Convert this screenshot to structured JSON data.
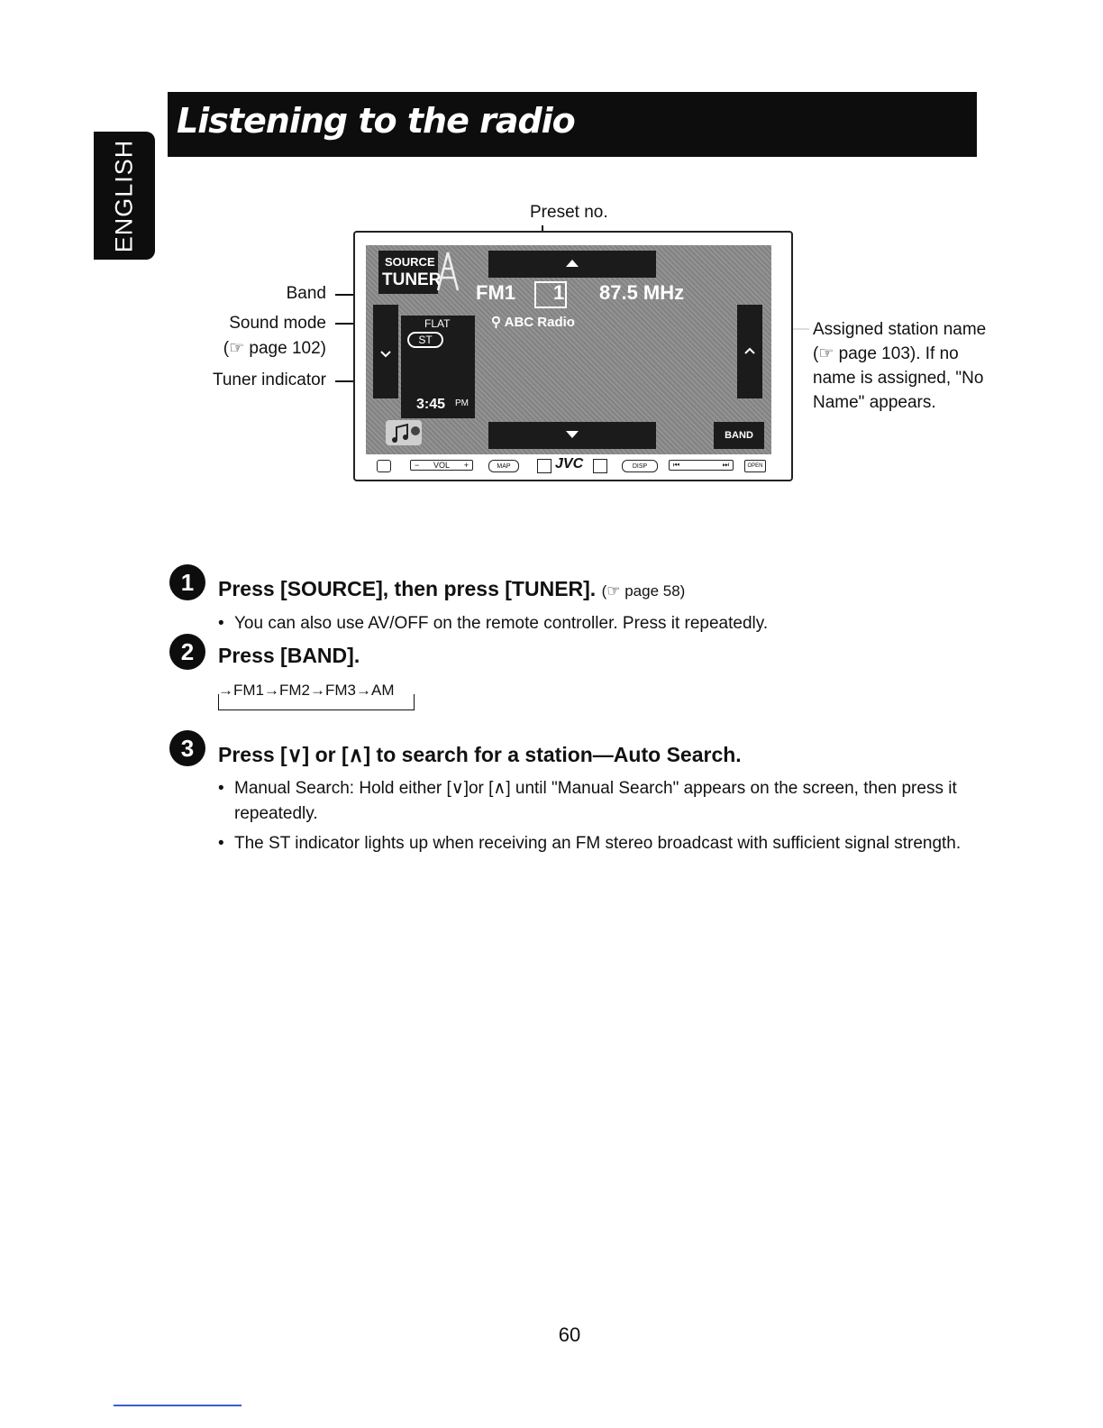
{
  "header": {
    "title": "Listening to the radio",
    "side_tab": "ENGLISH"
  },
  "diagram": {
    "callouts": {
      "preset": "Preset no.",
      "band": "Band",
      "sound_mode": "Sound mode",
      "sound_mode_ref": "(☞ page 102)",
      "tuner_indicator": "Tuner indicator",
      "assigned_station": [
        "Assigned station name",
        "(☞ page 103). If no",
        "name is assigned, \"No",
        "Name\" appears."
      ]
    },
    "screen": {
      "source_label": "SOURCE",
      "tuner_label": "TUNER",
      "band_value": "FM1",
      "preset_value": "1",
      "frequency": "87.5 MHz",
      "station_name": "ABC Radio",
      "sound_mode_value": "FLAT",
      "st_indicator": "ST",
      "clock": "3:45",
      "clock_suffix": "PM",
      "band_button": "BAND"
    },
    "device_buttons": {
      "vol": "VOL",
      "minus": "−",
      "plus": "+",
      "map": "MAP",
      "brand": "JVC",
      "disp": "DISP",
      "open": "OPEN"
    }
  },
  "steps": [
    {
      "num": "1",
      "title": "Press [SOURCE], then press [TUNER].",
      "ref": "(☞ page 58)",
      "bullets": [
        "You can also use AV/OFF on the remote controller. Press it repeatedly."
      ]
    },
    {
      "num": "2",
      "title": "Press [BAND].",
      "sequence": "→FM1→FM2→FM3→AM"
    },
    {
      "num": "3",
      "title": "Press [∨] or [∧] to search for a station—Auto Search.",
      "bullets": [
        "Manual Search: Hold either [∨]or [∧] until \"Manual Search\" appears on the screen, then press it",
        "repeatedly.",
        "The ST indicator lights up when receiving an FM stereo broadcast with sufficient signal strength."
      ]
    }
  ],
  "page_number": "60"
}
